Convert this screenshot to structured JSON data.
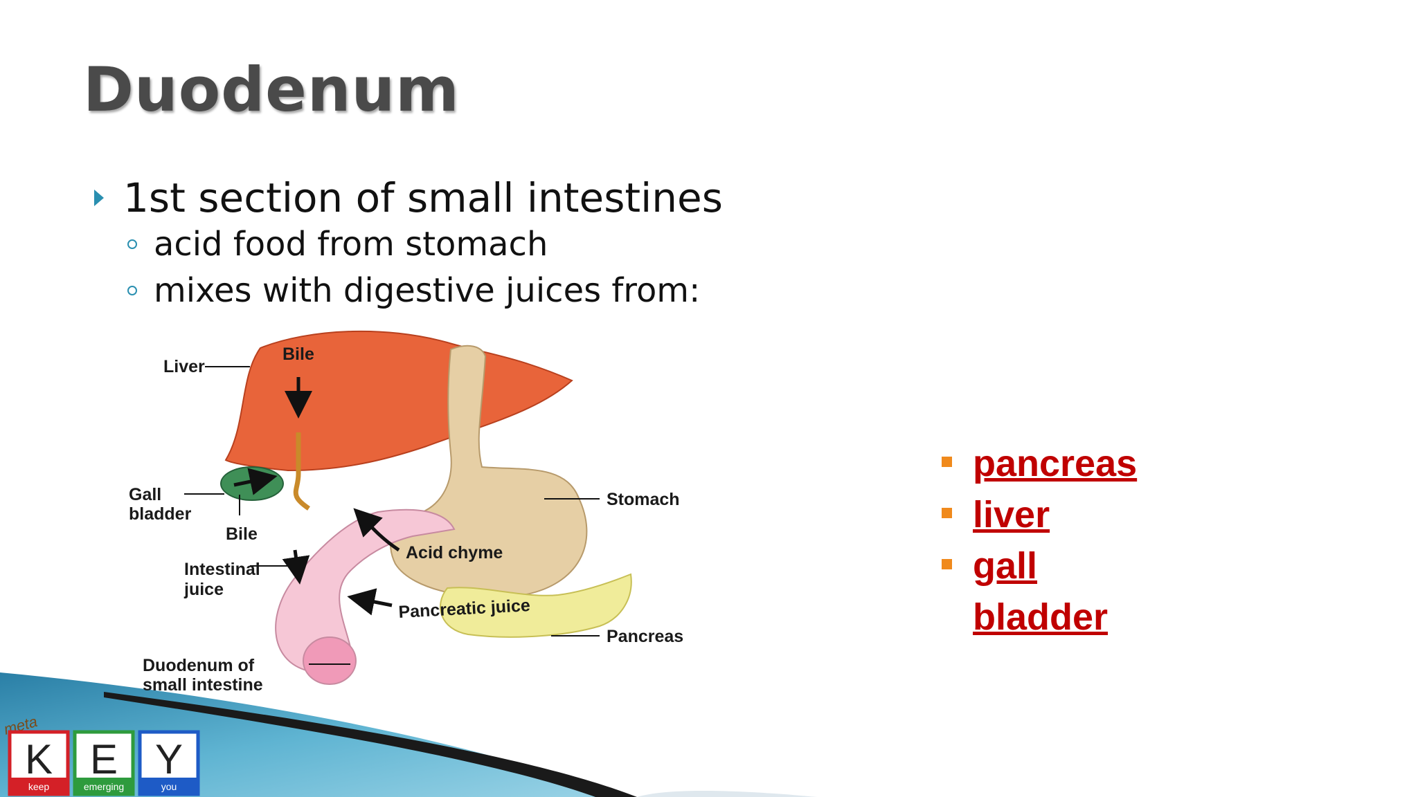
{
  "slide": {
    "title": "Duodenum",
    "bullets": [
      {
        "level": 1,
        "text": "1st section of small intestines"
      },
      {
        "level": 2,
        "text": "acid food from stomach"
      },
      {
        "level": 2,
        "text": "mixes with digestive juices from:"
      }
    ]
  },
  "diagram": {
    "labels": {
      "liver": "Liver",
      "bile_top": "Bile",
      "gall_bladder_1": "Gall",
      "gall_bladder_2": "bladder",
      "bile_bottom": "Bile",
      "intestinal_juice_1": "Intestinal",
      "intestinal_juice_2": "juice",
      "duodenum_1": "Duodenum of",
      "duodenum_2": "small intestine",
      "stomach": "Stomach",
      "acid_chyme": "Acid chyme",
      "pancreatic_juice": "Pancreatic juice",
      "pancreas": "Pancreas"
    }
  },
  "organ_list": {
    "items": [
      "pancreas",
      "liver",
      "gall",
      "bladder"
    ]
  },
  "logo": {
    "script": "meta",
    "letters": [
      "K",
      "E",
      "Y"
    ],
    "words": [
      "keep",
      "emerging",
      "you"
    ]
  },
  "colors": {
    "title": "#4a4a4a",
    "bullet_marker": "#2a8fb0",
    "organ_text": "#c00000",
    "organ_marker": "#f08a1c",
    "liver": "#e8643a",
    "gall_bladder": "#3f8f57",
    "stomach": "#e6cfa5",
    "pancreas": "#f0ec9a",
    "duodenum": "#f6c7d6",
    "logo_red": "#d42027",
    "logo_green": "#2e9b3d",
    "logo_blue": "#1e5bc6"
  }
}
